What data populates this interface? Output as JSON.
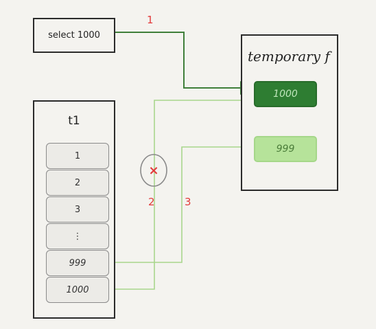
{
  "select_box": {
    "label": "select 1000"
  },
  "temporary_table": {
    "title": "temporary f",
    "cells": [
      "1000",
      "999"
    ],
    "colors": {
      "dark": "#2e7d32",
      "light": "#b6e39a"
    }
  },
  "t1": {
    "title": "t1",
    "rows": [
      "1",
      "2",
      "3",
      "⋮",
      "999",
      "1000"
    ]
  },
  "steps": {
    "s1": "1",
    "s2": "2",
    "s3": "3"
  },
  "reject_mark": {
    "symbol": "×",
    "icon": "x-circle-icon"
  }
}
